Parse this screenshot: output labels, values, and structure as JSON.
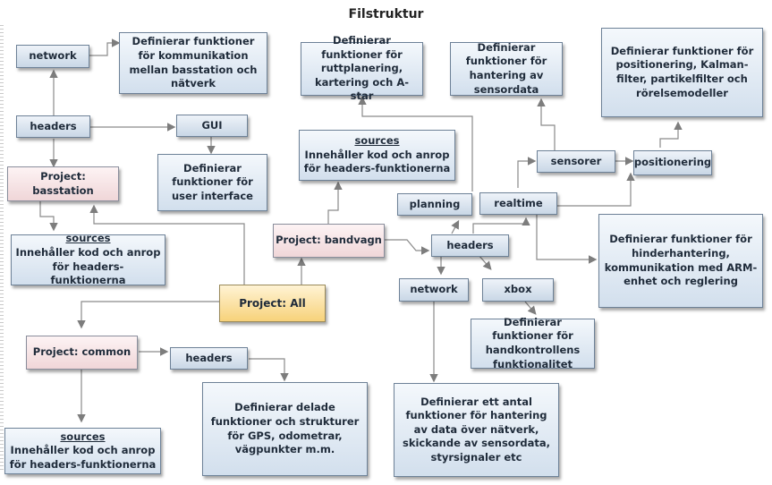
{
  "title": "Filstruktur",
  "nodes": {
    "network_top": "network",
    "network_top_desc": "Definierar funktioner för kommunikation mellan basstation och nätverk",
    "headers_bs": "headers",
    "gui": "GUI",
    "gui_desc": "Definierar funktioner för user interface",
    "project_basstation": "Project: basstation",
    "sources_bs_title": "sources",
    "sources_bs_desc": "Innehåller kod och anrop för headers-funktionerna",
    "project_all": "Project: All",
    "project_common": "Project: common",
    "headers_common": "headers",
    "headers_common_desc": "Definierar delade funktioner och strukturer för GPS, odometrar, vägpunkter m.m.",
    "sources_common_title": "sources",
    "sources_common_desc": "Innehåller kod och anrop för headers-funktionerna",
    "project_bandvagn": "Project: bandvagn",
    "sources_bv_title": "sources",
    "sources_bv_desc": "Innehåller kod och anrop för headers-funktionerna",
    "planning_desc": "Definierar funktioner för ruttplanering, kartering och A-star",
    "planning": "planning",
    "headers_bv": "headers",
    "realtime": "realtime",
    "sensorer": "sensorer",
    "sensorer_desc": "Definierar funktioner för hantering av sensordata",
    "positionering": "positionering",
    "positionering_desc": "Definierar funktioner för positionering, Kalman-filter, partikelfilter och rörelsemodeller",
    "realtime_desc": "Definierar funktioner för hinderhantering, kommunikation med ARM-enhet och reglering",
    "network_bv": "network",
    "network_bv_desc": "Definierar ett antal funktioner för hantering av data över nätverk, skickande av sensordata, styrsignaler etc",
    "xbox": "xbox",
    "xbox_desc": "Definierar funktioner för handkontrollens funktionalitet"
  }
}
